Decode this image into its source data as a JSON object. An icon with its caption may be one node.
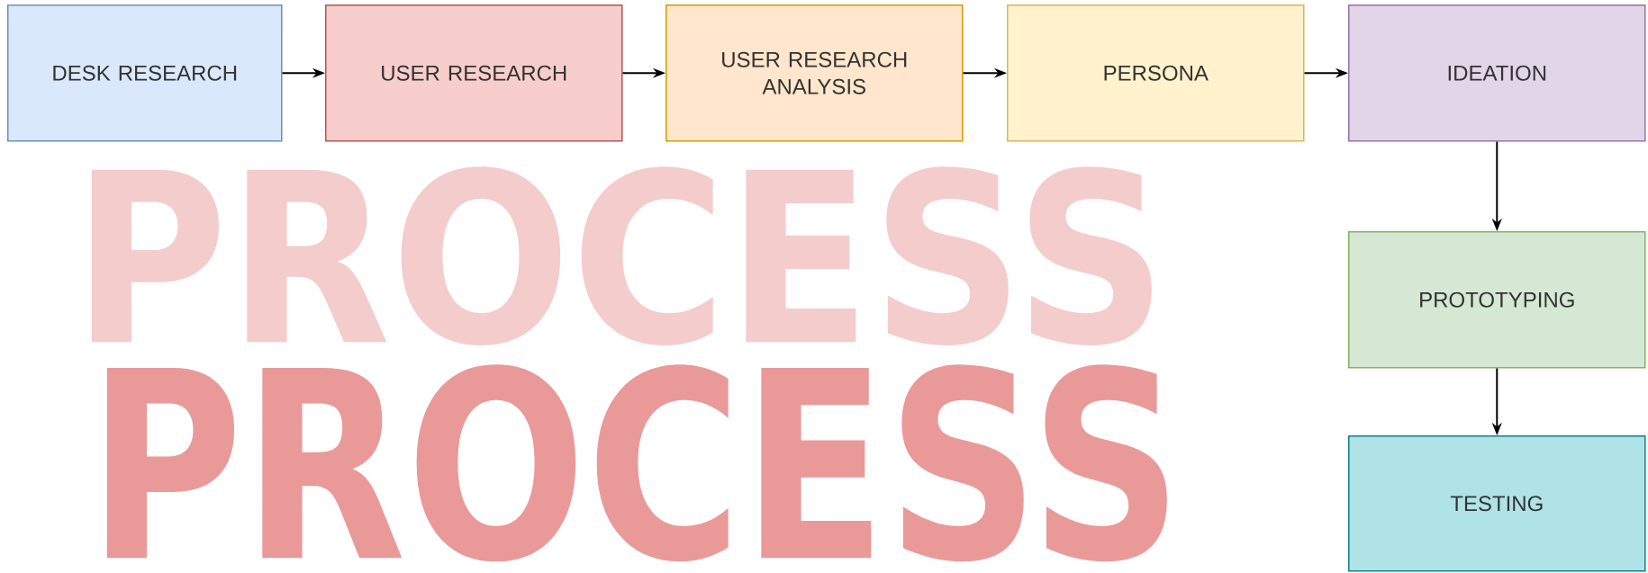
{
  "diagram": {
    "title": "PROCESS",
    "nodes": [
      {
        "text": [
          "DESK RESEARCH"
        ]
      },
      {
        "text": [
          "USER RESEARCH"
        ]
      },
      {
        "text": [
          "USER RESEARCH ANALYSIS"
        ]
      },
      {
        "text": [
          "PERSONA"
        ]
      },
      {
        "text": [
          "IDEATION"
        ]
      },
      {
        "text": [
          "PROTOTYPING"
        ]
      },
      {
        "text": [
          "TESTING"
        ]
      }
    ],
    "edges": [
      {
        "from": 0,
        "to": 1,
        "arrow": "to"
      },
      {
        "from": 1,
        "to": 2,
        "arrow": "to"
      },
      {
        "from": 2,
        "to": 3,
        "arrow": "to"
      },
      {
        "from": 3,
        "to": 4,
        "arrow": "to"
      },
      {
        "from": 4,
        "to": 5,
        "arrow": "to"
      },
      {
        "from": 5,
        "to": 6,
        "arrow": "to"
      }
    ],
    "labels": [
      "PROCESS"
    ]
  }
}
